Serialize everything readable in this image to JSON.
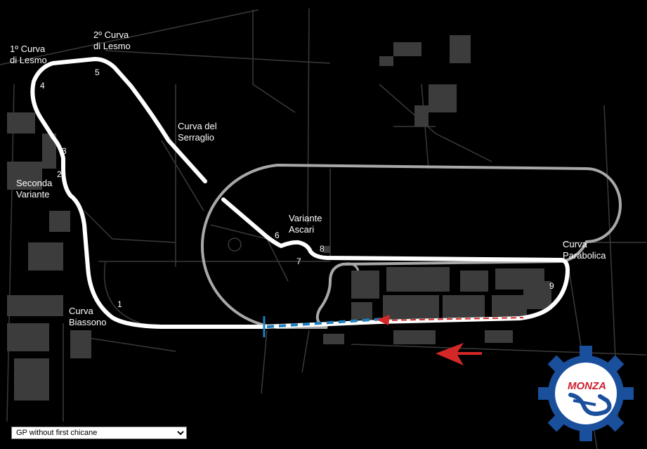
{
  "labels": {
    "curva_lesmo_1_line1": "1º Curva",
    "curva_lesmo_1_line2": "di Lesmo",
    "curva_lesmo_2_line1": "2º Curva",
    "curva_lesmo_2_line2": "di Lesmo",
    "serraglio_line1": "Curva del",
    "serraglio_line2": "Serraglio",
    "seconda_line1": "Seconda",
    "seconda_line2": "Variante",
    "ascari_line1": "Variante",
    "ascari_line2": "Ascari",
    "parabolica_line1": "Curva",
    "parabolica_line2": "Parabolica",
    "biassono_line1": "Curva",
    "biassono_line2": "Biassono"
  },
  "turns": [
    "1",
    "2",
    "3",
    "4",
    "5",
    "6",
    "7",
    "8",
    "9"
  ],
  "logo": {
    "text": "MONZA"
  },
  "layout_select": {
    "selected": "GP without first chicane",
    "options": [
      "GP without first chicane"
    ]
  },
  "colors": {
    "track": "#ffffff",
    "oval": "#a8a8a8",
    "roads": "#3a3a3a",
    "buildings": "#3c3c3c",
    "start_line": "#1f7fc0",
    "direction_arrow": "#d42828",
    "logo_ring": "#1a4f9c",
    "logo_text": "#cc1f2e"
  }
}
